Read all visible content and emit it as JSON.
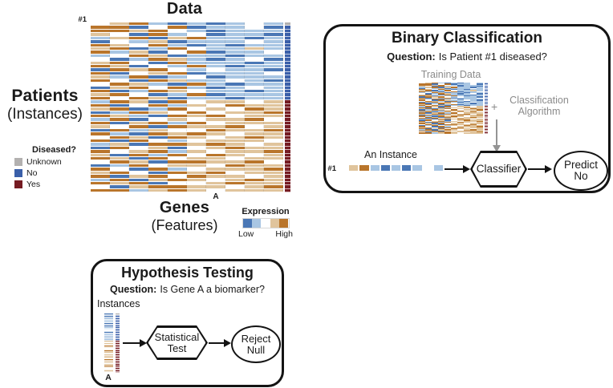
{
  "palette": {
    "cells": {
      "B": "#4a77b5",
      "b": "#a9c6e3",
      "w": "#ffffff",
      "t": "#e0c49c",
      "o": "#b9752b"
    },
    "classes": {
      "u": "#b3b1b0",
      "n": "#3a5fa9",
      "y": "#751b22"
    }
  },
  "main": {
    "data_title": "Data",
    "patients_title": "Patients",
    "patients_sub": "(Instances)",
    "genes_title": "Genes",
    "genes_sub": "(Features)",
    "row1_label": "#1",
    "colA_label": "A"
  },
  "diseased_legend": {
    "title": "Diseased?",
    "items": [
      {
        "label": "Unknown",
        "color": "#b3b1b0"
      },
      {
        "label": "No",
        "color": "#3a5fa9"
      },
      {
        "label": "Yes",
        "color": "#751b22"
      }
    ]
  },
  "expression_legend": {
    "title": "Expression",
    "low": "Low",
    "high": "High",
    "colors": [
      "#4a77b5",
      "#a9c6e3",
      "#ffffff",
      "#e0c49c",
      "#b9752b"
    ]
  },
  "heatmap": {
    "grid": [
      "wtobBbBbwb",
      "ooBwoBbbwB",
      "ootowbBbbb",
      "twBobwBbbB",
      "btoBtobbBb",
      "BwbtBbbbwb",
      "otwobBbBbb",
      "toBbowbbtb",
      "obtBwoBbbw",
      "bwotBbbBbb",
      "wBbotbBbwB",
      "towBobbbBb",
      "otBwbobBbb",
      "BotowbwbbB",
      "oBwtoBbbbw",
      "tboBbwBbbb",
      "owBotbbwbB",
      "wotbBobBbb",
      "BtowobBbwb",
      "oBbotwbbBb",
      "towBboBbbb",
      "owotBbbBbb",
      "botBowttwt",
      "oBwobtwott",
      "toBbowtwot",
      "Bbotwowtto",
      "otbBotowtt",
      "boBwtwttow",
      "oBtobowttt",
      "twoBottowt",
      "Bobtwwotto",
      "obBototwtt",
      "wotBotwtot",
      "oBowbwtttw",
      "btBoototwt",
      "BowtBwtott",
      "owtobtwtto",
      "tBobowotwt",
      "otBowttwtt",
      "wotBoottow",
      "Bbowttwott",
      "owBobwttto",
      "towBotowtt",
      "oBtowottwt",
      "boBtotwtot",
      "otoBwwtott",
      "wBtoottwto",
      "oobtotwttt"
    ],
    "classes": "unnnnnnnnnnnnnnnnnnnnnyyyyyyyyyyyyyyyyyyyyyyyyyy",
    "training_classes": "nnnnnnnnnnnnnnnnnnnnnnyyyyyyyyyyyyyyyyyyyyyyyyyy",
    "instance_row": "wtobBbBbwb",
    "colA": "BbBBbbbbBbBbbwbBbbBbBbtwtwotwtotwtotwottwtotwttw"
  },
  "binary_box": {
    "title": "Binary Classification",
    "question_label": "Question:",
    "question_text": "Is Patient #1 diseased?",
    "training_label": "Training Data",
    "plus": "+",
    "algorithm_line1": "Classification",
    "algorithm_line2": "Algorithm",
    "instance_label": "An Instance",
    "instance_row_label": "#1",
    "classifier_label": "Classifier",
    "predict_line1": "Predict",
    "predict_line2": "No"
  },
  "hypothesis_box": {
    "title": "Hypothesis Testing",
    "question_label": "Question:",
    "question_text": "Is Gene A a biomarker?",
    "instances_label": "Instances",
    "colA_label": "A",
    "test_line1": "Statistical",
    "test_line2": "Test",
    "result_line1": "Reject",
    "result_line2": "Null"
  }
}
